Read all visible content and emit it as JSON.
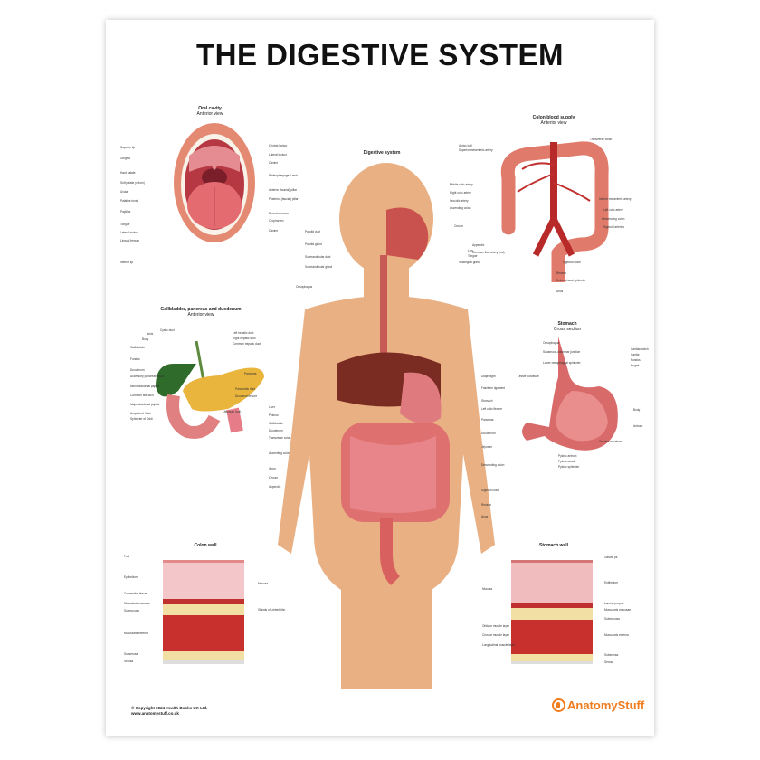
{
  "poster": {
    "title": "THE DIGESTIVE SYSTEM",
    "colors": {
      "skin": "#e9b083",
      "organ_red": "#c84a4a",
      "liver": "#7a2b22",
      "gallbladder": "#2f6b2a",
      "pancreas": "#e9b53c",
      "brand": "#f07c1d"
    }
  },
  "panels": {
    "oral_cavity": {
      "title": "Oral cavity",
      "subtitle": "Anterior view",
      "labels_left": [
        "Superior lip",
        "Gingiva",
        "Hard palate",
        "Soft palate (velum)",
        "Uvula",
        "Palatine tonsil",
        "Papillae",
        "Tongue",
        "Lateral incisor",
        "Lingual frenum",
        "Inferior lip"
      ],
      "labels_right": [
        "Central incisor",
        "Lateral incisor",
        "Canine",
        "Palatopharyngeal arch",
        "Anterior (faucial) pillar",
        "Posterior (faucial) pillar",
        "Buccal mucosa",
        "Oropharynx",
        "Canine"
      ]
    },
    "colon_blood_supply": {
      "title": "Colon blood supply",
      "subtitle": "Anterior view",
      "labels_left": [
        "Aorta (cut)",
        "Superior mesenteric artery",
        "Middle colic artery",
        "Right colic artery",
        "Ileocolic artery",
        "Ascending colon",
        "Cecum",
        "Appendix",
        "Common iliac artery (cut)"
      ],
      "labels_right": [
        "Transverse colon",
        "Inferior mesenteric artery",
        "Left colic artery",
        "Descending colon",
        "Sigmoid arteries",
        "Sigmoid colon",
        "Rectum",
        "External anal sphincter",
        "Anus"
      ]
    },
    "digestive_system": {
      "title": "Digestive system",
      "labels_left": [
        "Parotid duct",
        "Parotid gland",
        "Submandibular duct",
        "Submandibular gland",
        "Oesophagus",
        "Liver",
        "Pylorus",
        "Gallbladder",
        "Duodenum",
        "Transverse colon",
        "Ascending colon",
        "Ileum",
        "Cecum",
        "Appendix"
      ],
      "labels_right": [
        "Lips",
        "Tongue",
        "Sublingual gland",
        "Diaphragm",
        "Falciform ligament",
        "Stomach",
        "Left colic flexure",
        "Pancreas",
        "Duodenum",
        "Jejunum",
        "Descending colon",
        "Sigmoid colon",
        "Rectum",
        "Anus"
      ]
    },
    "gallbladder": {
      "title": "Gallbladder, pancreas and duodenum",
      "subtitle": "Anterior view",
      "labels_left": [
        "Cystic duct",
        "Neck",
        "Body",
        "Gallbladder",
        "Fundus",
        "Duodenum",
        "Accessory pancreatic duct",
        "Minor duodenal papilla",
        "Common bile duct",
        "Major duodenal papilla",
        "Ampulla of Vater",
        "Sphincter of Oddi"
      ],
      "labels_right": [
        "Left hepatic duct",
        "Right hepatic duct",
        "Common hepatic duct",
        "Pancreas",
        "Pancreatic duct",
        "Duodenal flexure",
        "Jejunum (cut)"
      ]
    },
    "stomach": {
      "title": "Stomach",
      "subtitle": "Cross section",
      "labels_left": [
        "Oesophagus",
        "Squamous-columnar junction",
        "Lower oesophageal sphincter",
        "Lesser curvature"
      ],
      "labels_right": [
        "Cardiac notch",
        "Cardia",
        "Fundus",
        "Rugae",
        "Body",
        "Antrum",
        "Greater curvature",
        "Pyloric antrum",
        "Pyloric canal",
        "Pyloric sphincter"
      ]
    },
    "colon_wall": {
      "title": "Colon wall",
      "labels_left": [
        "Fold",
        "Epithelium",
        "Connective tissue",
        "Muscularis mucosae",
        "Submucosa",
        "Muscularis externa",
        "Subserosa",
        "Serosa"
      ],
      "labels_right": [
        "Mucosa",
        "Glands of Lieberkühn"
      ]
    },
    "stomach_wall": {
      "title": "Stomach wall",
      "labels_left": [
        "Mucosa",
        "Oblique muscle layer",
        "Circular muscle layer",
        "Longitudinal muscle layer"
      ],
      "labels_right": [
        "Gastric pit",
        "Epithelium",
        "Lamina propria",
        "Muscularis mucosae",
        "Submucosa",
        "Muscularis externa",
        "Subserosa",
        "Serosa"
      ]
    }
  },
  "footer": {
    "copyright": "© Copyright 2024 Health Books UK Ltd.",
    "website": "www.anatomystuff.co.uk",
    "brand": "AnatomyStuff"
  }
}
